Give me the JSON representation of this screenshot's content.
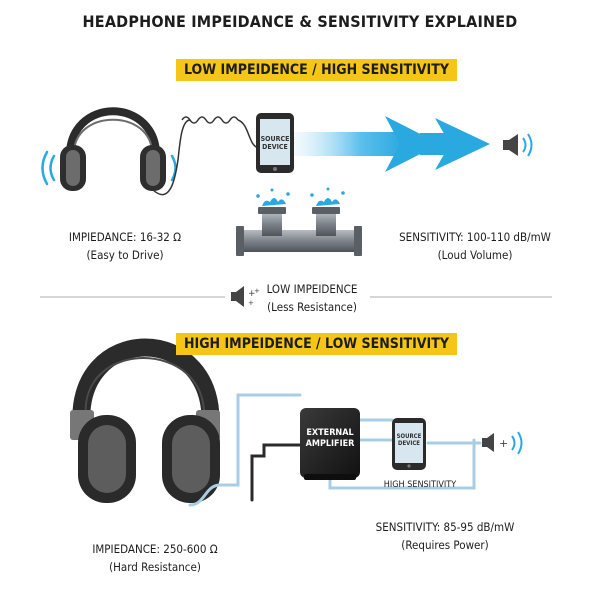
{
  "title": "HEADPHONE IMPEIDANCE & SENSITIVITY EXPLAINED",
  "colors": {
    "banner": "#f5c518",
    "accent_blue": "#2aa8e0",
    "cable_blue": "#a9cde3",
    "dark": "#2b2b2b"
  },
  "section_low": {
    "banner": "LOW IMPEIDENCE / HIGH SENSITIVITY",
    "source_device_line1": "SOURCE",
    "source_device_line2": "DEVICE",
    "impedance_line1": "IMPIEDANCE: 16-32 Ω",
    "impedance_line2": "(Easy to Drive)",
    "sensitivity_line1": "SENSITIVITY: 100-110 dB/mW",
    "sensitivity_line2": "(Loud Volume)"
  },
  "divider": {
    "label_line1": "LOW IMPEIDENCE",
    "label_line2": "(Less Resistance)"
  },
  "section_high": {
    "banner": "HIGH IMPEIDENCE / LOW SENSITIVITY",
    "amp_line1": "EXTERNAL",
    "amp_line2": "AMPLIFIER",
    "source_device_line1": "SOURCE",
    "source_device_line2": "DEVICE",
    "high_sensitivity": "HIGH SENSITIVITY",
    "sensitivity_line1": "SENSITIVITY: 85-95 dB/mW",
    "sensitivity_line2": "(Requires Power)",
    "impedance_line1": "IMPIEDANCE: 250-600 Ω",
    "impedance_line2": "(Hard Resistance)"
  },
  "icons": [
    "headphones-icon",
    "smartphone-icon",
    "arrow-icon",
    "speaker-icon",
    "pipe-icon",
    "amplifier-icon",
    "sound-waves-icon"
  ]
}
